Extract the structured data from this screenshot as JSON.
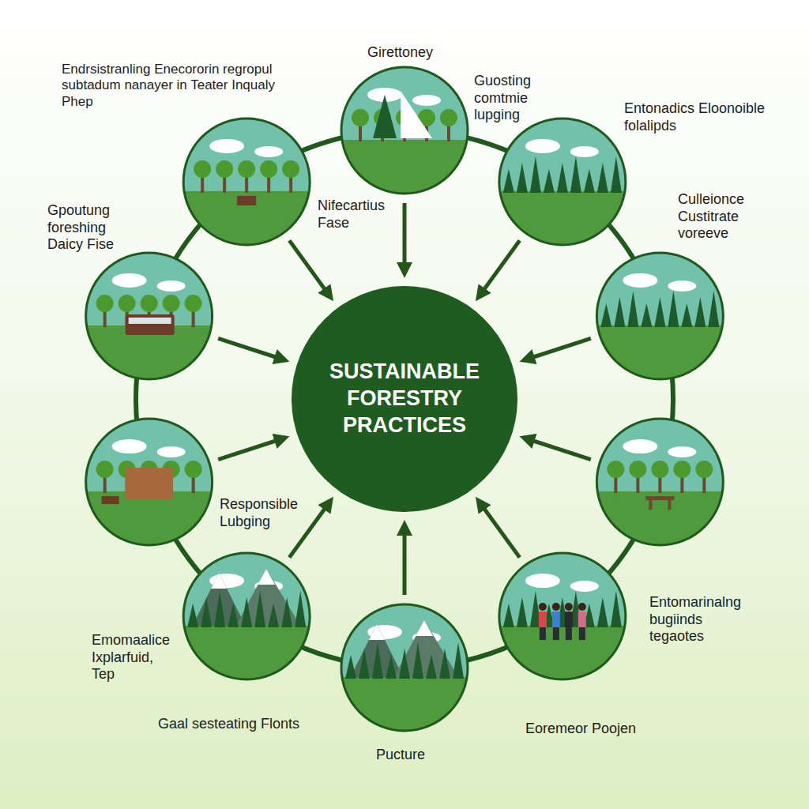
{
  "diagram": {
    "nodes": [
      {
        "text": [
          "SUSTAINABLE FORESTRY PRACTICES"
        ]
      }
    ],
    "labels": [
      "Endrsistranling Enecororin regropul subtadum nanayer in Teater Inqualy Phep",
      "Girettoney",
      "Guosting comtmie lupging",
      "Entonadics Eloonoible folalipds",
      "Culleionce Custitrate voreeve",
      "Nifecartius Fase",
      "Gpoutung foreshing Daicy Fise",
      "Responsible Lubging",
      "Emomaalice Ixplarfuid, Tep",
      "Gaal sesteating Flonts",
      "Pucture",
      "Eoremeor Poojen",
      "Entomarinalng bugiinds tegaotes"
    ]
  }
}
